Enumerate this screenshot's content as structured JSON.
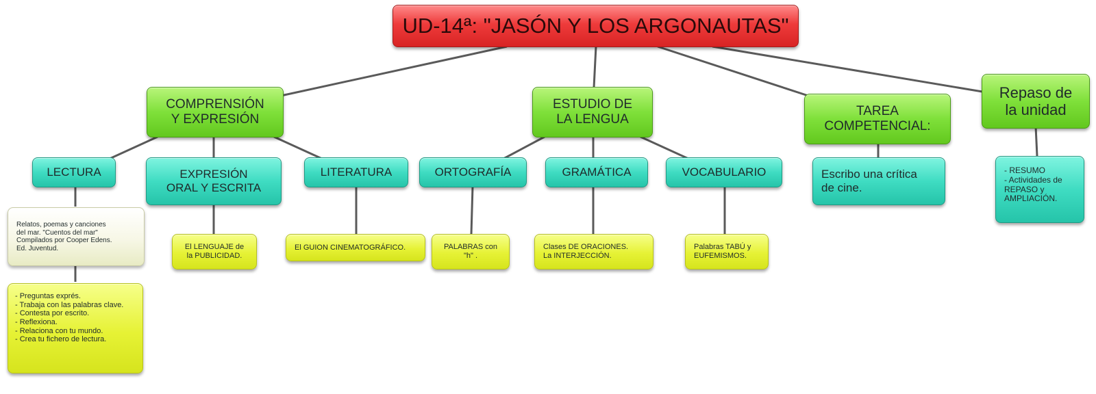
{
  "title": "UD-14ª: \"JASÓN Y LOS ARGONAUTAS\"",
  "branches": {
    "comprension": "COMPRENSIÓN\nY EXPRESIÓN",
    "estudio": "ESTUDIO DE\nLA LENGUA",
    "tarea": "TAREA\nCOMPETENCIAL:",
    "repaso": "Repaso de\nla unidad"
  },
  "subtopics": {
    "lectura": "LECTURA",
    "expresion": "EXPRESIÓN\nORAL Y ESCRITA",
    "literatura": "LITERATURA",
    "ortografia": "ORTOGRAFÍA",
    "gramatica": "GRAMÁTICA",
    "vocabulario": "VOCABULARIO",
    "critica": "Escribo una crítica\nde cine."
  },
  "details": {
    "relatos": "Relatos, poemas y canciones\ndel mar. \"Cuentos del mar\"\nCompilados por Cooper Edens.\nEd. Juventud.",
    "actividades_lectura": "- Preguntas exprés.\n- Trabaja con las palabras clave.\n- Contesta por escrito.\n- Reflexiona.\n- Relaciona con tu mundo.\n- Crea tu fichero de lectura.",
    "publicidad": "El LENGUAJE de\nla PUBLICIDAD.",
    "guion": "El GUION CINEMATOGRÁFICO.",
    "palabras_h": "PALABRAS con\n\"h\" .",
    "oraciones": "Clases DE ORACIONES.\nLa INTERJECCIÓN.",
    "tabu": "Palabras TABÚ y\nEUFEMISMOS.",
    "resumo": "- RESUMO\n- Actividades de\nREPASO y\nAMPLIACIÓN."
  },
  "colors": {
    "root": "#e53030",
    "branch": "#7fe03a",
    "subtopic": "#3fdcc2",
    "detail": "#e6f235",
    "note": "#f7f7e6",
    "line": "#5a5a5a"
  }
}
